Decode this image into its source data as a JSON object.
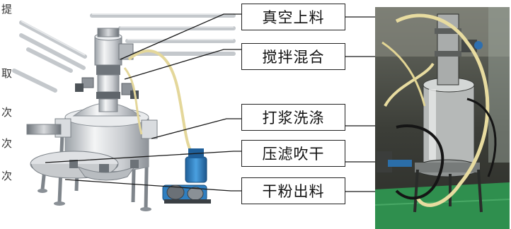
{
  "labels": [
    {
      "id": "vacuum-feeding",
      "text": "真空上料"
    },
    {
      "id": "stirring-mixing",
      "text": "搅拌混合"
    },
    {
      "id": "slurry-washing",
      "text": "打浆洗涤"
    },
    {
      "id": "press-filter-blow-dry",
      "text": "压滤吹干"
    },
    {
      "id": "dry-powder-discharge",
      "text": "干粉出料"
    }
  ],
  "left_edge_text": [
    "提",
    "取",
    "次",
    "次",
    "次"
  ],
  "colors": {
    "leader_line": "#1a1a1a",
    "box_border": "#222222",
    "hose": "#e8dca0",
    "motor_blue": "#2f7fc1",
    "photo_bg": "#4a4a42",
    "floor_green": "#2f8f4e"
  }
}
